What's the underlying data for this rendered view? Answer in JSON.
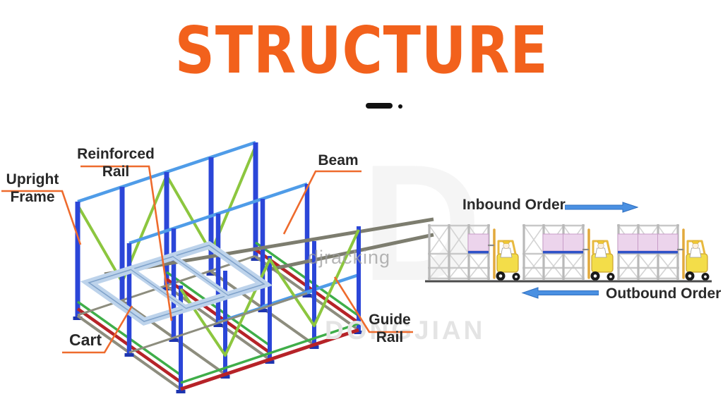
{
  "title": "STRUCTURE",
  "colors": {
    "accent-orange": "#F2611C",
    "leader-orange": "#EE6B2D",
    "arrow-blue": "#4A90E2",
    "rack-blue": "#2B46D8",
    "brace-green": "#8CC63F",
    "beam-blue": "#4F9CE8",
    "rail-red": "#B62328",
    "rail-green": "#3FAE49",
    "rail-gray": "#8D8D7E",
    "cart-blue": "#BDD3EB",
    "cart-edge": "#7FA2CA",
    "pallet-pink": "#ECD4EC",
    "pallet-blue": "#2E52C8",
    "forklift-yellow": "#F3DD49"
  },
  "diagram": {
    "labels": {
      "upright_frame": {
        "line1": "Upright",
        "line2": "Frame"
      },
      "reinforced_rail": {
        "line1": "Reinforced",
        "line2": "Rail"
      },
      "beam": {
        "line1": "Beam"
      },
      "cart": {
        "line1": "Cart"
      },
      "guide_rail": {
        "line1": "Guide",
        "line2": "Rail"
      }
    },
    "watermarks": {
      "letter": "D",
      "center": "djracking",
      "bottom": "DONGJIAN"
    }
  },
  "flow": {
    "inbound_label": "Inbound Order",
    "outbound_label": "Outbound Order",
    "icons": {
      "inbound": "arrow-right",
      "outbound": "arrow-left"
    }
  }
}
